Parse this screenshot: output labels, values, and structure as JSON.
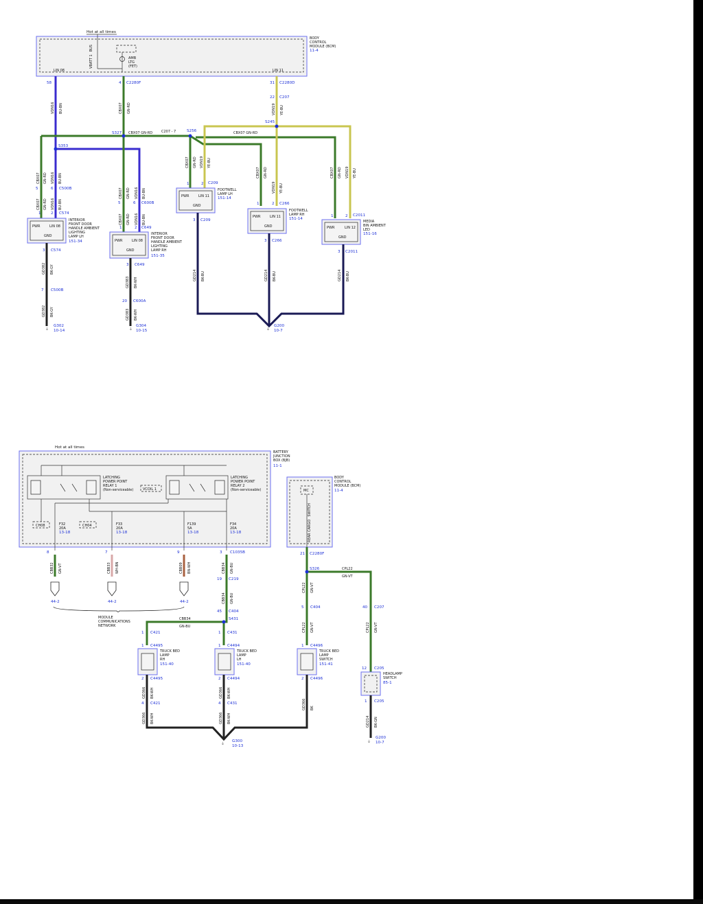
{
  "top": {
    "hot_label": "Hot at all times",
    "bcm_name": "BODY\nCONTROL\nMODULE (BCM)",
    "bcm_ref": "11-4",
    "vbatt": "VBATT 1\nBUS",
    "amb": "AMB\nLTG\n(FET)",
    "lin08": "LIN 08",
    "lin11": "LIN 11",
    "pin58": "58",
    "pin4": "4",
    "c2280f": "C2280F",
    "pin31": "31",
    "c2280d": "C2280D",
    "pin22": "22",
    "c207": "C207",
    "vdn16": "VDN16",
    "bubn": "BU-BN",
    "cbx07": "CBX07",
    "gnrd": "GN-RD",
    "vdn19": "VDN19",
    "yebu": "YE-BU",
    "s327": "S327",
    "s256": "S256",
    "s245": "S245",
    "s353": "S353",
    "cbx07_label": "CBX07  GN-RD",
    "c207_7": "C207 - 7",
    "pin5": "5",
    "pin6": "6",
    "pin1": "1",
    "pin2": "2",
    "pin3": "3",
    "pin7": "7",
    "pin20": "20",
    "c500b": "C500B",
    "c574": "C574",
    "c600b": "C600B",
    "c649": "C649",
    "c600a": "C600A",
    "c209": "C209",
    "c266": "C266",
    "c2011": "C2011",
    "pwr": "PWR",
    "gnd": "GND",
    "lin_08_pin": "LIN 08",
    "lin_11_pin": "LIN 11",
    "lin_12_pin": "LIN 12",
    "lamp_lh": "INTERIOR\nFRONT DOOR\nHANDLE AMBIENT\nLIGHTING\nLAMP LH",
    "lamp_lh_ref": "151-34",
    "lamp_rh": "INTERIOR\nFRONT DOOR\nHANDLE AMBIENT\nLIGHTING\nLAMP RH",
    "lamp_rh_ref": "151-35",
    "footwell_lh": "FOOTWELL\nLAMP LH",
    "footwell_lh_ref": "151-14",
    "footwell_rh": "FOOTWELL\nLAMP RH",
    "footwell_rh_ref": "151-14",
    "media": "MEDIA\nBIN AMBIENT\nLED",
    "media_ref": "151-16",
    "gd382": "GD382",
    "bkgy": "BK-GY",
    "gd383": "GD383",
    "bkwh": "BK-WH",
    "gd214": "GD214",
    "bkbu": "BK-BU",
    "g302": "G302",
    "g302_ref": "10-14",
    "g304": "G304",
    "g304_ref": "10-15",
    "g200": "G200",
    "g200_ref": "10-7"
  },
  "bottom": {
    "hot_label": "Hot at all times",
    "bjb_name": "BATTERY\nJUNCTION\nBOX (BJB)",
    "bjb_ref": "11-1",
    "relay1": "LATCHING\nPOWER POINT\nRELAY 1\n(Non-serviceable)",
    "relay2": "LATCHING\nPOWER POINT\nRELAY 2\n(Non-serviceable)",
    "vcoil": "VCOIL 1",
    "ch08": "CH08",
    "ch04": "CH04",
    "f32": "F32\n20A",
    "f32_ref": "13-18",
    "f33": "F33\n20A",
    "f33_ref": "13-18",
    "f139": "F139\n5A",
    "f139_ref": "13-18",
    "f34": "F34\n20A",
    "f34_ref": "13-18",
    "bcm_name": "BODY\nCONTROL\nMODULE (BCM)",
    "bcm_ref": "11-4",
    "mc": "MC",
    "rear_cargo": "REAR CARGO\nSWITCH",
    "pin8": "8",
    "pin7": "7",
    "pin9": "9",
    "pin3": "3",
    "c1035b": "C1035B",
    "cbb32": "CBB32",
    "gnvt": "GN-VT",
    "cbb33": "CBB33",
    "whbn": "WH-BN",
    "cbb09": "CBB09",
    "bnwh": "BN-WH",
    "cbb34": "CBB34",
    "gnbu": "GN-BU",
    "ref442a": "44-2",
    "ref442b": "44-2",
    "ref442c": "44-2",
    "module_net": "MODULE\nCOMMUNICATIONS\nNETWORK",
    "pin19": "19",
    "c219": "C219",
    "pin45": "45",
    "c404": "C404",
    "s431": "S431",
    "cbb34_label": "CBB34",
    "gnbu_label": "GN-BU",
    "pin1": "1",
    "c421": "C421",
    "c431": "C431",
    "c4495": "C4495",
    "c4494": "C4494",
    "c4496": "C4496",
    "truck_rh": "TRUCK BED\nLAMP\nRH",
    "truck_rh_ref": "151-40",
    "truck_lh": "TRUCK BED\nLAMP\nLH",
    "truck_lh_ref": "151-40",
    "truck_sw": "TRUCK BED\nLAMP\nSWITCH",
    "truck_sw_ref": "151-41",
    "pin2": "2",
    "pin4": "4",
    "gd366": "GD366",
    "bkwh": "BK-WH",
    "bk": "BK",
    "g300": "G300",
    "g300_ref": "10-13",
    "pin21": "21",
    "c2280f": "C2280F",
    "s326": "S326",
    "cpl22": "CPL22",
    "cpl22_label": "CPL22",
    "gnvt_label": "GN-VT",
    "pin5": "5",
    "pin40": "40",
    "c207": "C207",
    "pin12": "12",
    "c205": "C205",
    "headlamp": "HEADLAMP\nSWITCH",
    "headlamp_ref": "85-1",
    "c205b": "C205",
    "gd214": "GD214",
    "bkgn": "BK-GN",
    "g200": "G200",
    "g200_ref": "10-7"
  },
  "colors": {
    "blue_wire": "#3a2ccf",
    "green_wire": "#3b7a2a",
    "yellow_wire": "#c9c650",
    "navy_wire": "#1a1a55",
    "ground_wire": "#222222",
    "label_blue": "#1c2fd6",
    "box_border": "#6a6ef0"
  }
}
